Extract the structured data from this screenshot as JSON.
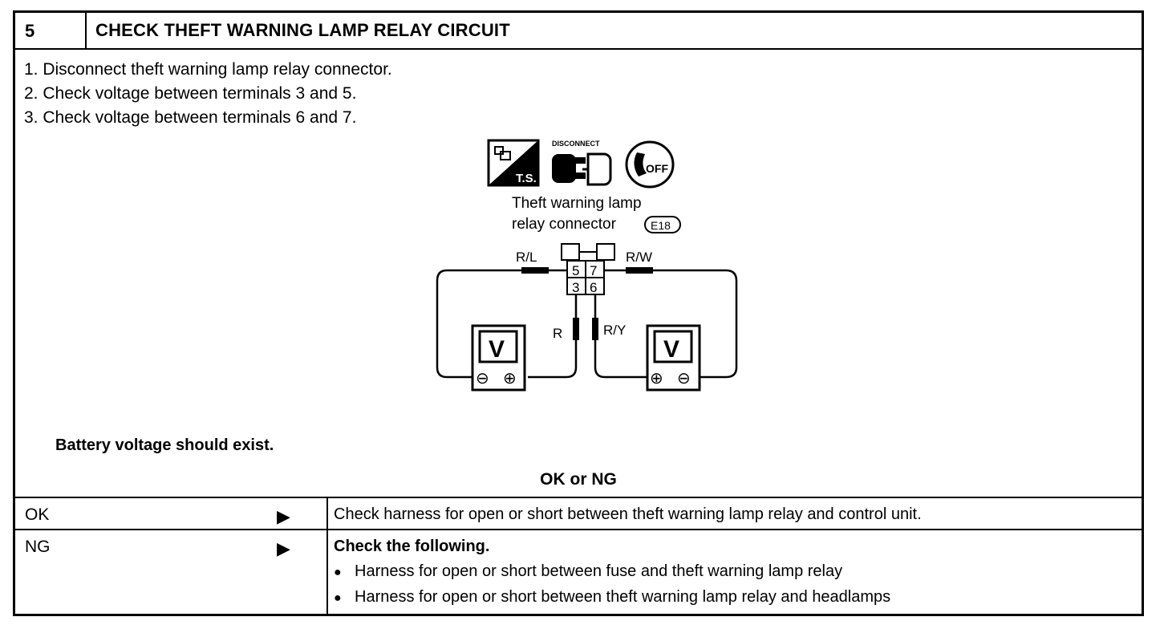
{
  "header": {
    "step_number": "5",
    "title": "CHECK THEFT WARNING LAMP RELAY CIRCUIT"
  },
  "steps": [
    "1.  Disconnect theft warning lamp relay connector.",
    "2.  Check voltage between terminals 3 and 5.",
    "3.  Check voltage between terminals 6 and 7."
  ],
  "diagram": {
    "icons": {
      "ts_label": "T.S.",
      "disconnect_label": "DISCONNECT",
      "ignition_label": "OFF"
    },
    "connector_caption_line1": "Theft  warning  lamp",
    "connector_caption_line2": "relay  connector",
    "connector_id": "E18",
    "terminals": [
      "5",
      "7",
      "3",
      "6"
    ],
    "wires": {
      "left_top": "R/L",
      "right_top": "R/W",
      "left_bottom": "R",
      "right_bottom": "R/Y"
    },
    "meter_label": "V",
    "minus_symbol": "⊖",
    "plus_symbol": "⊕"
  },
  "specification": "Battery voltage should exist.",
  "result_prompt": "OK or NG",
  "results": {
    "ok": {
      "label": "OK",
      "action": "Check harness for open or short between theft warning lamp relay and control unit."
    },
    "ng": {
      "label": "NG",
      "action_heading": "Check the following.",
      "items": [
        "Harness for open or short between fuse and theft warning lamp relay",
        "Harness for open or short between theft warning lamp relay and headlamps"
      ]
    }
  }
}
